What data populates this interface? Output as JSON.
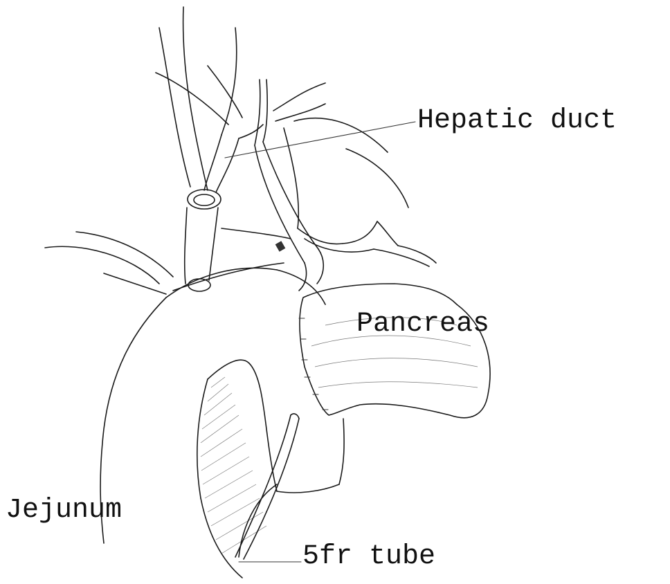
{
  "labels": {
    "hepatic_duct": "Hepatic duct",
    "pancreas": "Pancreas",
    "jejunum": "Jejunum",
    "tube": "5fr tube"
  },
  "colors": {
    "ink": "#1a1a1a",
    "background": "#ffffff"
  }
}
